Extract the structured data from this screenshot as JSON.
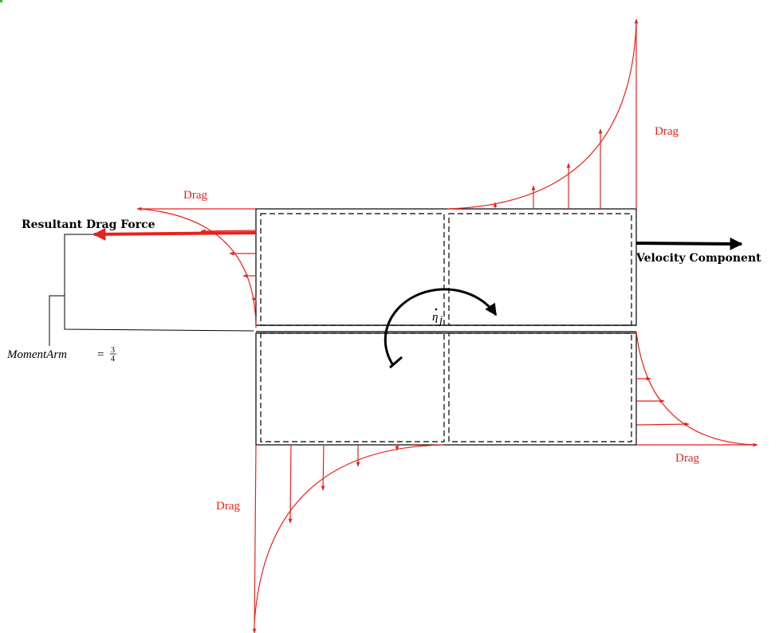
{
  "colors": {
    "drag": "#e8221c",
    "structure": "#000000",
    "background": "#ffffff"
  },
  "labels": {
    "drag_upper_left": "Drag",
    "drag_upper_right": "Drag",
    "drag_lower_right": "Drag",
    "drag_lower_left": "Drag",
    "resultant": "Resultant Drag Force",
    "velocity": "Velocity Component",
    "moment_arm_text": "MomentArm",
    "moment_arm_equals": "=",
    "moment_arm_numerator": "3",
    "moment_arm_denominator": "4",
    "eta_symbol": "η",
    "eta_subscript": "j"
  },
  "moment_arm": {
    "value": 0.75
  }
}
